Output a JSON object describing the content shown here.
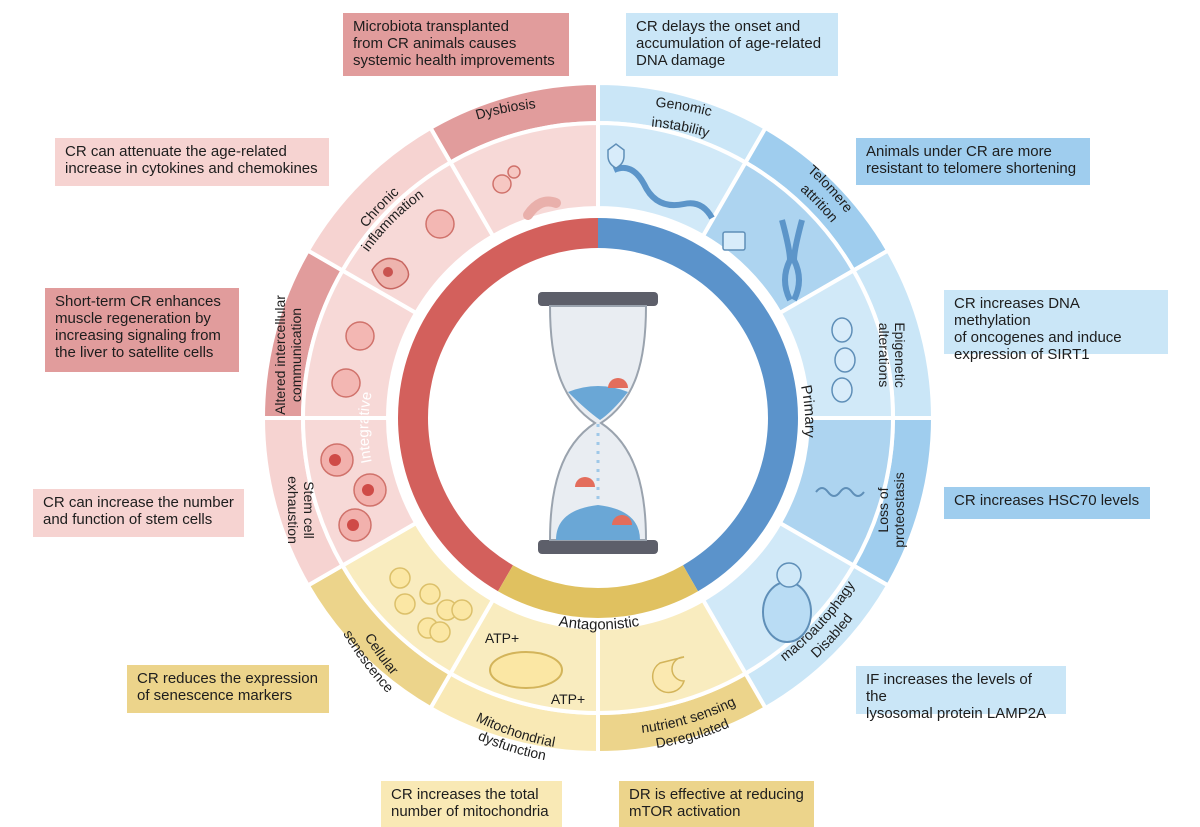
{
  "colors": {
    "integrative": "#d3605c",
    "primary": "#5b93cb",
    "antagonistic": "#e0c160",
    "red_dark": "#e19c9c",
    "red_light": "#f6d3d1",
    "blue_light": "#cae6f7",
    "blue_medium": "#9fcdee",
    "yellow_dark": "#ecd48b",
    "yellow_light": "#f9e9b5"
  },
  "center": {
    "icon": "hourglass-icon"
  },
  "categories": {
    "integrative": "Integrative",
    "primary": "Primary",
    "antagonistic": "Antagonistic"
  },
  "hallmarks": {
    "dysbiosis": "Dysbiosis",
    "genomic_instability": [
      "Genomic",
      "instability"
    ],
    "telomere_attrition": [
      "Telomere",
      "attrition"
    ],
    "epigenetic_alterations": [
      "Epigenetic",
      "alterations"
    ],
    "loss_of_proteostasis": [
      "Loss of",
      "proteostasis"
    ],
    "disabled_macroautophagy": [
      "Disabled",
      "macroautophagy"
    ],
    "deregulated_nutrient_sensing": [
      "Deregulated",
      "nutrient sensing"
    ],
    "mitochondrial_dysfunction": [
      "Mitochondrial",
      "dysfunction"
    ],
    "cellular_senescence": [
      "Cellular",
      "senescence"
    ],
    "stem_cell_exhaustion": [
      "Stem cell",
      "exhaustion"
    ],
    "altered_intercellular_communication": [
      "Altered intercellular",
      "communication"
    ],
    "chronic_inflammation": [
      "Chronic",
      "inflammation"
    ]
  },
  "icon_labels": {
    "atp_top": "ATP+",
    "atp_bottom": "ATP+"
  },
  "callouts": {
    "dysbiosis": "Microbiota transplanted\nfrom CR animals causes\nsystemic health improvements",
    "genomic": "CR delays the onset and\naccumulation of age-related\nDNA damage",
    "telomere": "Animals under CR are more\nresistant to telomere shortening",
    "epigenetic": "CR increases DNA methylation\nof oncogenes and induce\nexpression of SIRT1",
    "proteostasis": "CR increases HSC70 levels",
    "autophagy": "IF increases the levels of the\nlysosomal protein LAMP2A",
    "nutrient": "DR is effective at reducing\nmTOR activation",
    "mitochondria": "CR increases the total\nnumber of mitochondria",
    "senescence": "CR reduces the expression\nof senescence markers",
    "stem_cell": "CR can increase the number\nand function of stem cells",
    "intercellular": "Short-term CR enhances\nmuscle regeneration by\nincreasing signaling from\nthe liver to satellite cells",
    "inflammation": "CR can attenuate the age-related\nincrease in cytokines and chemokines"
  }
}
